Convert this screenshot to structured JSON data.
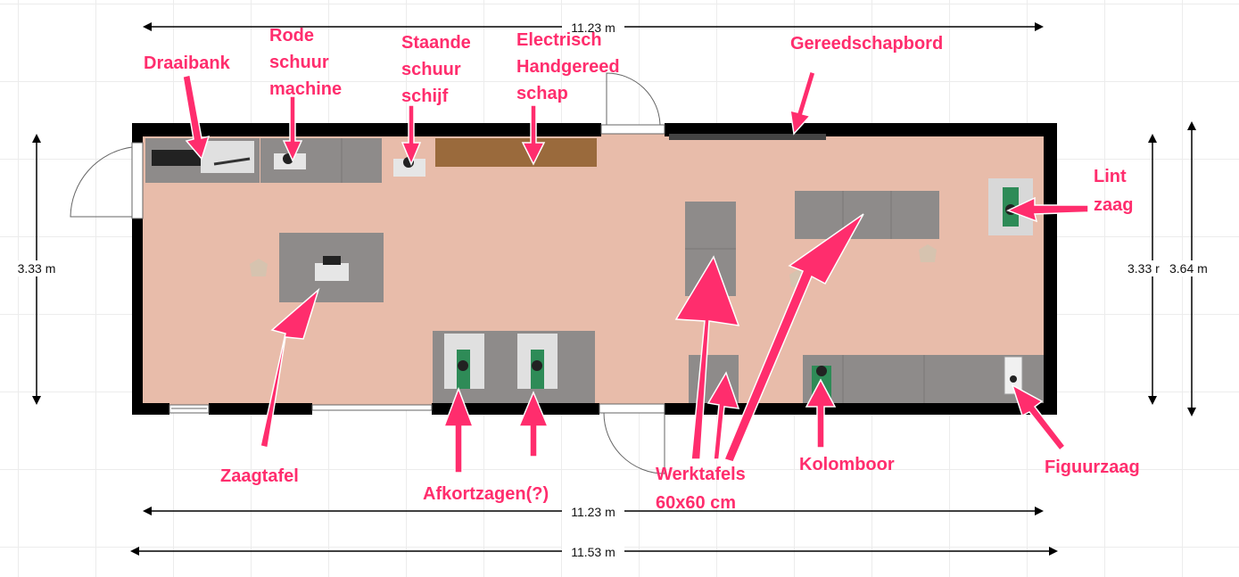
{
  "dimensions": {
    "top": "11.23 m",
    "bottom_inner": "11.23 m",
    "bottom_outer": "11.53 m",
    "left": "3.33 m",
    "right_inner": "3.33 r",
    "right_outer": "3.64 m"
  },
  "labels": {
    "draaibank": "Draaibank",
    "rode_1": "Rode",
    "rode_2": "schuur",
    "rode_3": "machine",
    "staande_1": "Staande",
    "staande_2": "schuur",
    "staande_3": "schijf",
    "electrisch_1": "Electrisch",
    "electrisch_2": "Handgereed",
    "electrisch_3": "schap",
    "gereedschapbord": "Gereedschapbord",
    "lint_1": "Lint",
    "lint_2": "zaag",
    "zaagtafel": "Zaagtafel",
    "afkortzagen": "Afkortzagen(?)",
    "werktafels_1": "Werktafels",
    "werktafels_2": "60x60 cm",
    "kolomboor": "Kolomboor",
    "figuurzaag": "Figuurzaag"
  },
  "colors": {
    "annotation": "#ff2d6d",
    "floor": "#e8bcaa",
    "wall": "#000000",
    "table": "#8e8b8a",
    "bench_wood": "#9a6a3c"
  }
}
